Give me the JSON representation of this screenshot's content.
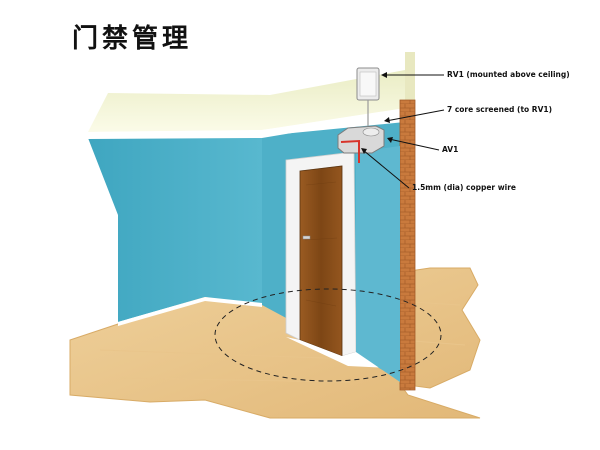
{
  "title": "门禁管理",
  "callouts": {
    "rv1": "RV1 (mounted above ceiling)",
    "cable": "7 core screened (to RV1)",
    "av1": "AV1",
    "wire": "1.5mm (dia) copper wire"
  },
  "colors": {
    "wall": "#4aaec7",
    "wall_side": "#6dc3d8",
    "ceiling": "#f2f2cf",
    "floor": "#e7c48a",
    "door": "#8a4f1c",
    "brick": "#c8773c"
  }
}
